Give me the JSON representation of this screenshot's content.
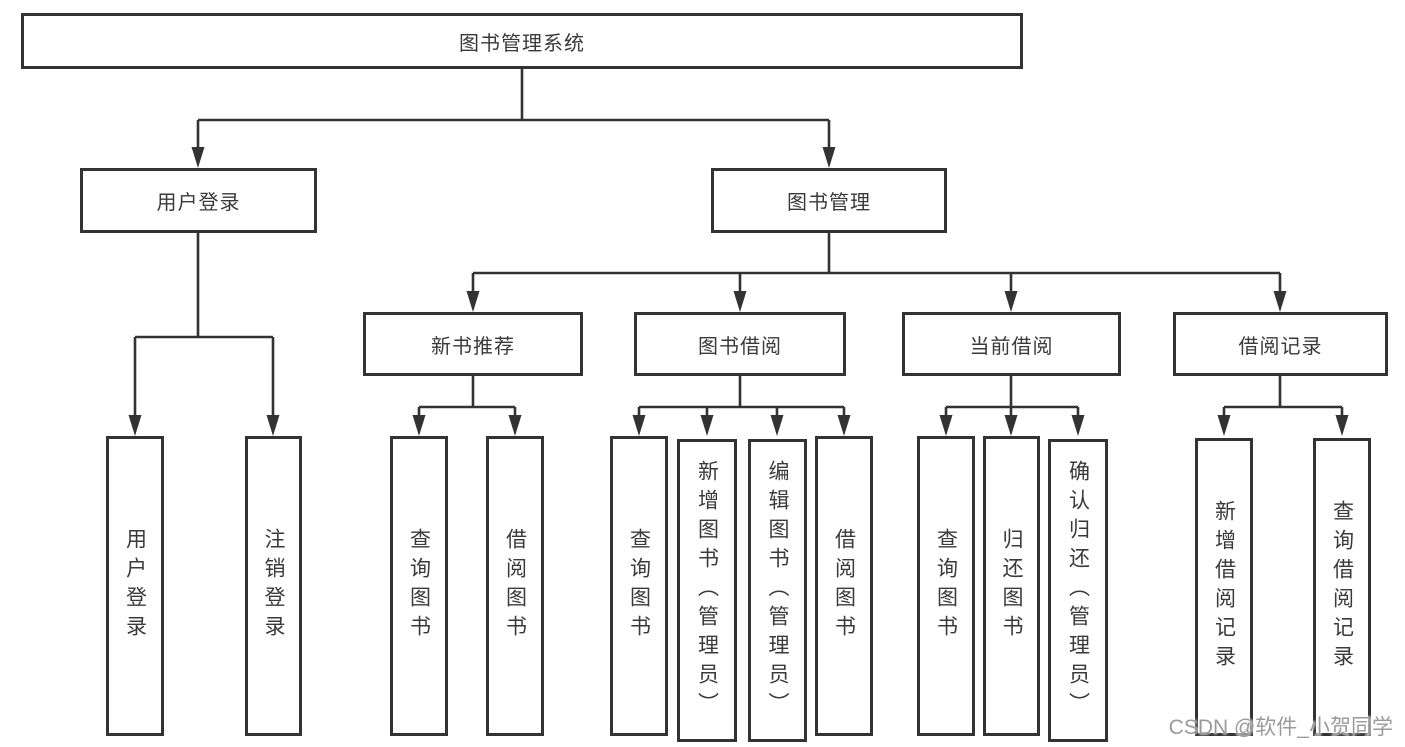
{
  "tree": {
    "root": "图书管理系统",
    "branches": [
      {
        "label": "用户登录",
        "children": [
          "用户登录",
          "注销登录"
        ]
      },
      {
        "label": "图书管理",
        "groups": [
          {
            "label": "新书推荐",
            "children": [
              "查询图书",
              "借阅图书"
            ]
          },
          {
            "label": "图书借阅",
            "children": [
              "查询图书",
              "新增图书（管理员）",
              "编辑图书（管理员）",
              "借阅图书"
            ]
          },
          {
            "label": "当前借阅",
            "children": [
              "查询图书",
              "归还图书",
              "确认归还（管理员）"
            ]
          },
          {
            "label": "借阅记录",
            "children": [
              "新增借阅记录",
              "查询借阅记录"
            ]
          }
        ]
      }
    ]
  },
  "watermark": {
    "text": "CSDN @软件_小贺同学"
  },
  "colors": {
    "line": "#333333",
    "box_border": "#333333",
    "box_text": "#3a3a3a",
    "background": "#ffffff",
    "watermark": "#9a9a9a"
  }
}
